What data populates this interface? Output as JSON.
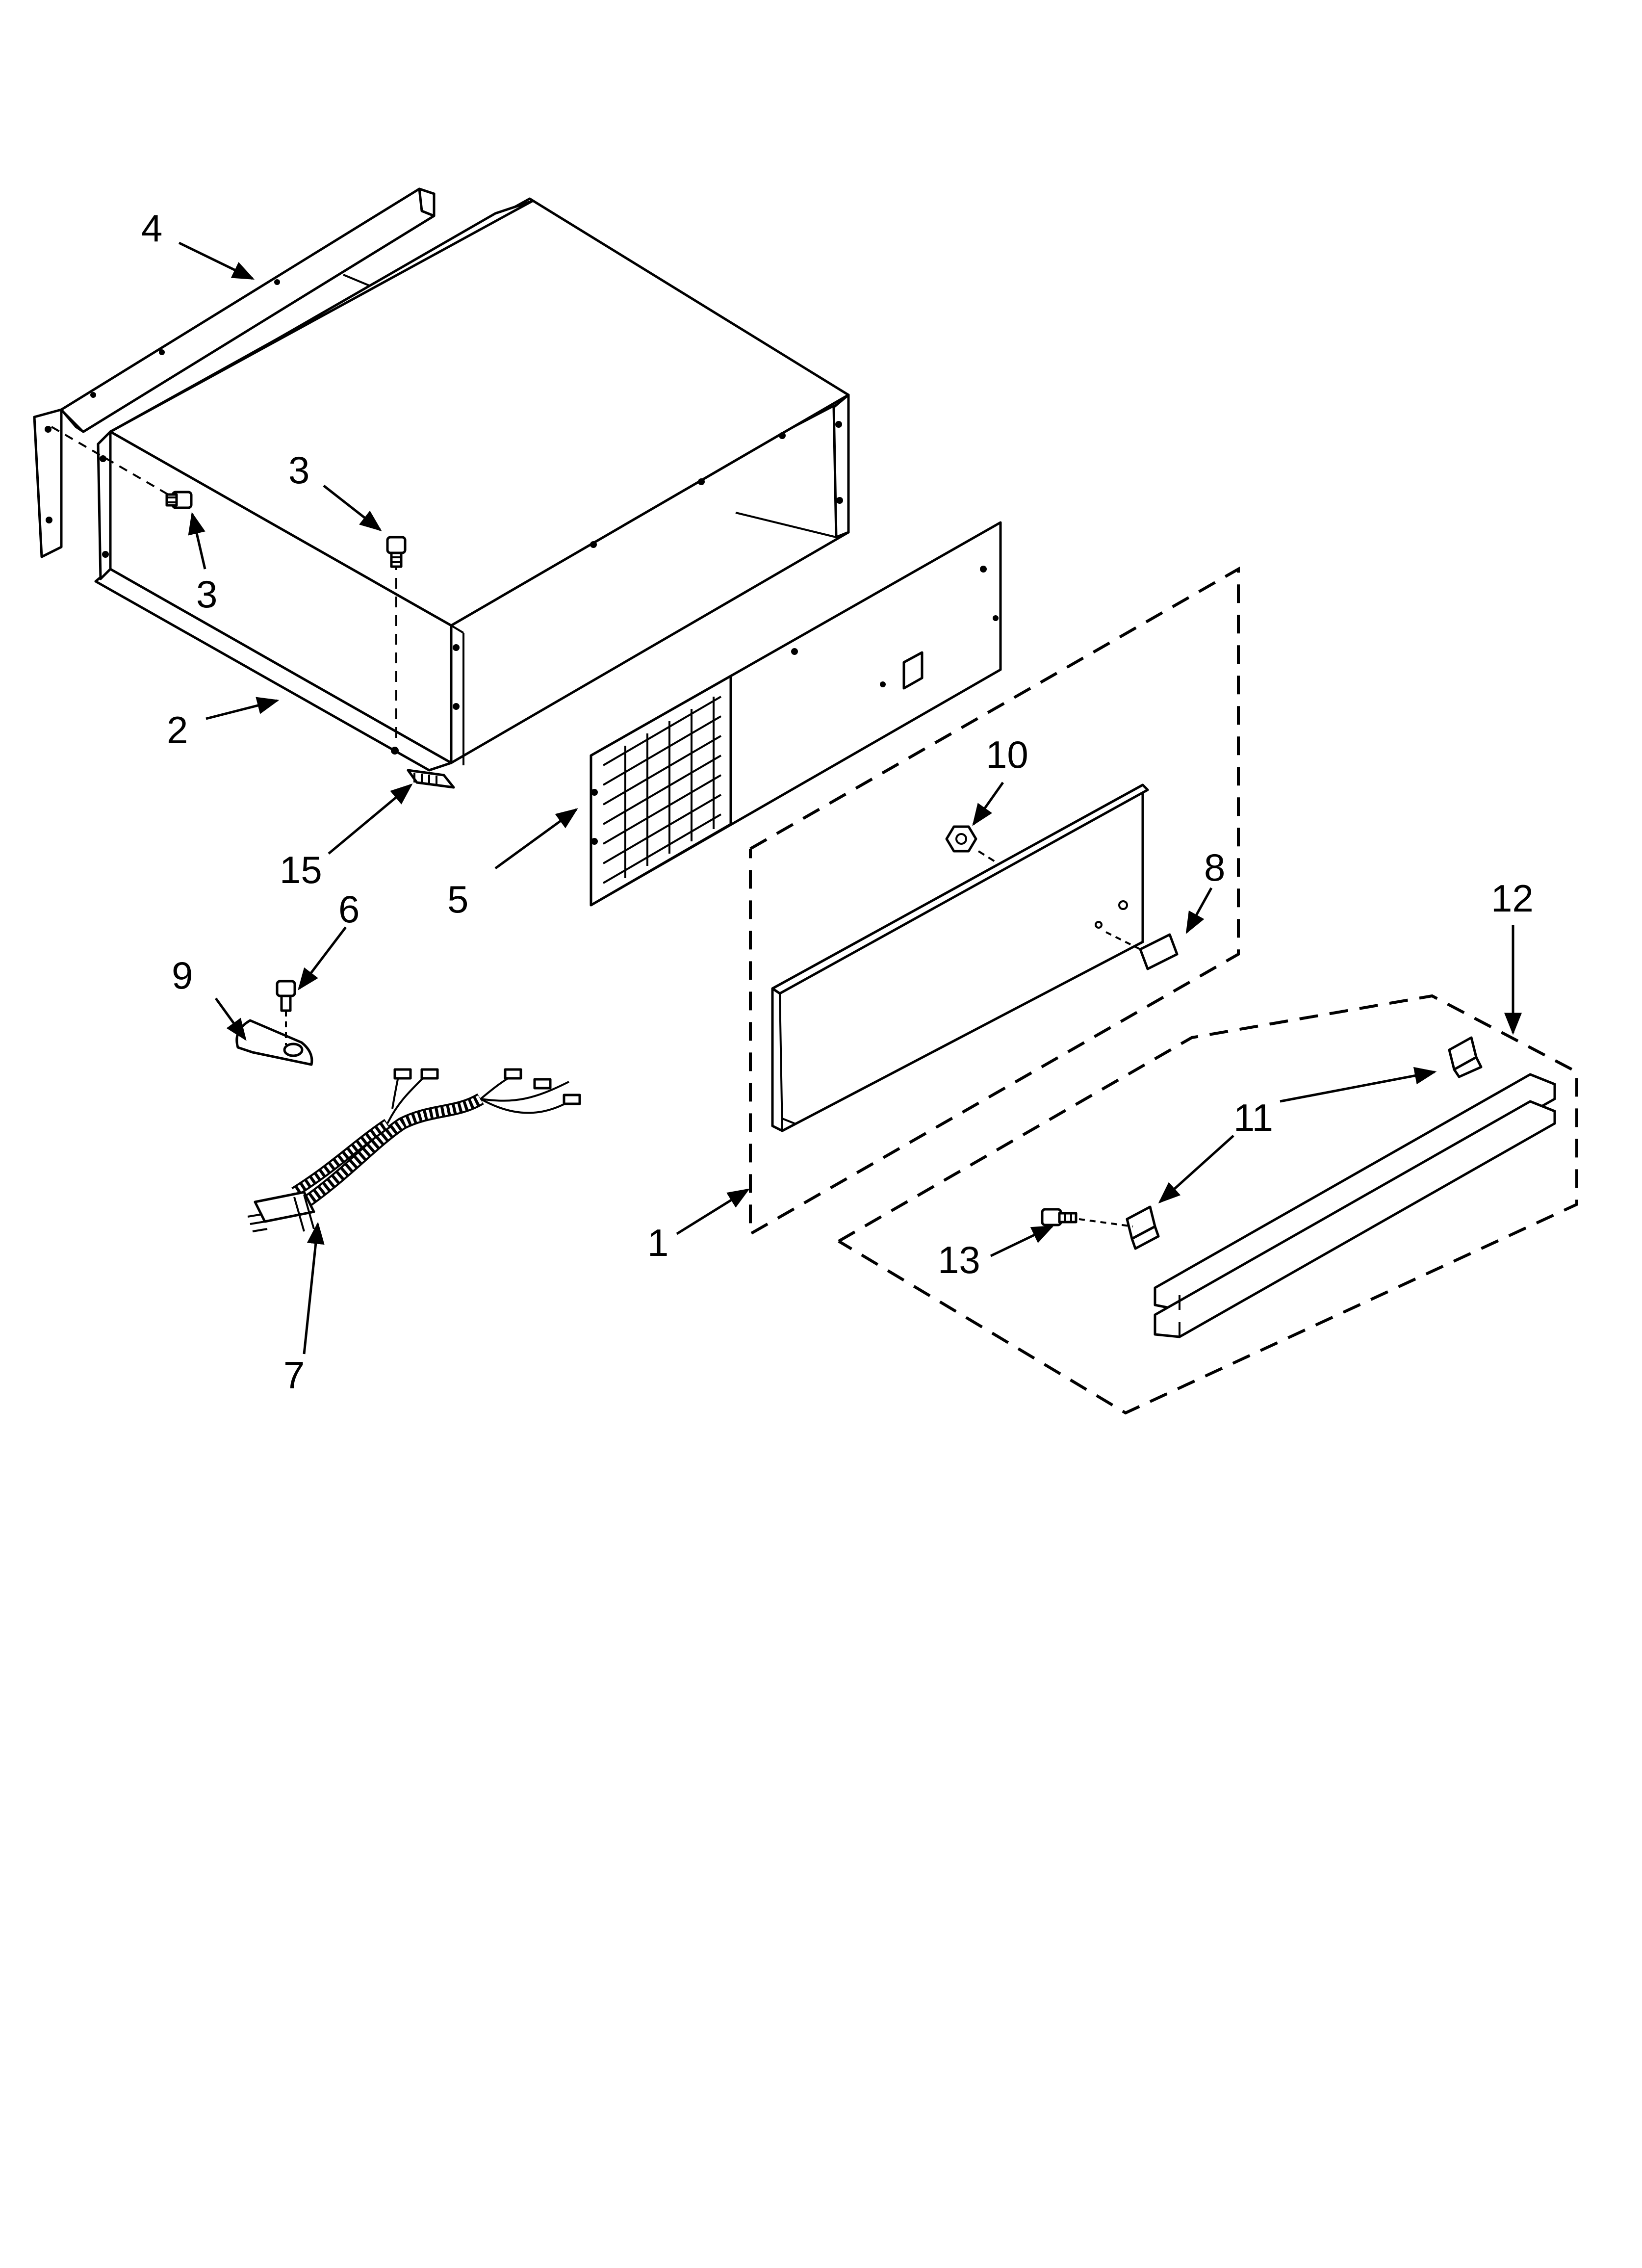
{
  "diagram": {
    "type": "exploded-parts-view",
    "callouts": [
      {
        "id": "c1",
        "label": "1"
      },
      {
        "id": "c2",
        "label": "2"
      },
      {
        "id": "c3a",
        "label": "3"
      },
      {
        "id": "c3b",
        "label": "3"
      },
      {
        "id": "c4",
        "label": "4"
      },
      {
        "id": "c5",
        "label": "5"
      },
      {
        "id": "c6",
        "label": "6"
      },
      {
        "id": "c7",
        "label": "7"
      },
      {
        "id": "c8",
        "label": "8"
      },
      {
        "id": "c9",
        "label": "9"
      },
      {
        "id": "c10",
        "label": "10"
      },
      {
        "id": "c11",
        "label": "11"
      },
      {
        "id": "c12",
        "label": "12"
      },
      {
        "id": "c13",
        "label": "13"
      },
      {
        "id": "c15",
        "label": "15"
      }
    ]
  }
}
